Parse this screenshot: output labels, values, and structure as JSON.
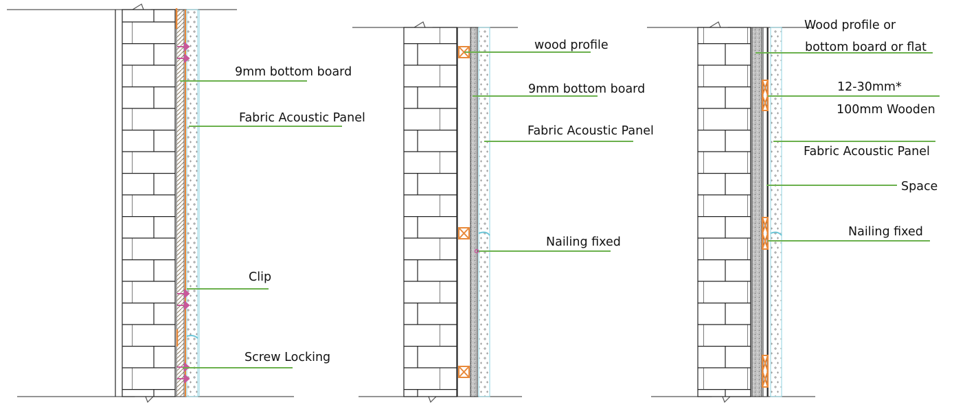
{
  "labels": {
    "d1": {
      "bottom_board": "9mm bottom board",
      "fabric_panel": "Fabric Acoustic Panel",
      "clip": "Clip",
      "screw": "Screw Locking"
    },
    "d2": {
      "wood_profile": "wood profile",
      "bottom_board": "9mm bottom board",
      "fabric_panel": "Fabric Acoustic Panel",
      "nailing": "Nailing fixed"
    },
    "d3": {
      "wood_profile_1": "Wood profile or",
      "wood_profile_2": "bottom board or flat",
      "wooden_1": "12-30mm*",
      "wooden_2": "100mm Wooden",
      "fabric_panel": "Fabric Acoustic Panel",
      "space": "Space",
      "nailing": "Nailing fixed"
    }
  },
  "colors": {
    "line": "#222222",
    "leader": "#6ab04c",
    "orange": "#e8893a",
    "pink": "#c8589a",
    "cyan": "#6cc6d8",
    "hatch": "#9a8a70",
    "dots": "#9a9a9a",
    "gray_fill": "#bdbdbd"
  }
}
